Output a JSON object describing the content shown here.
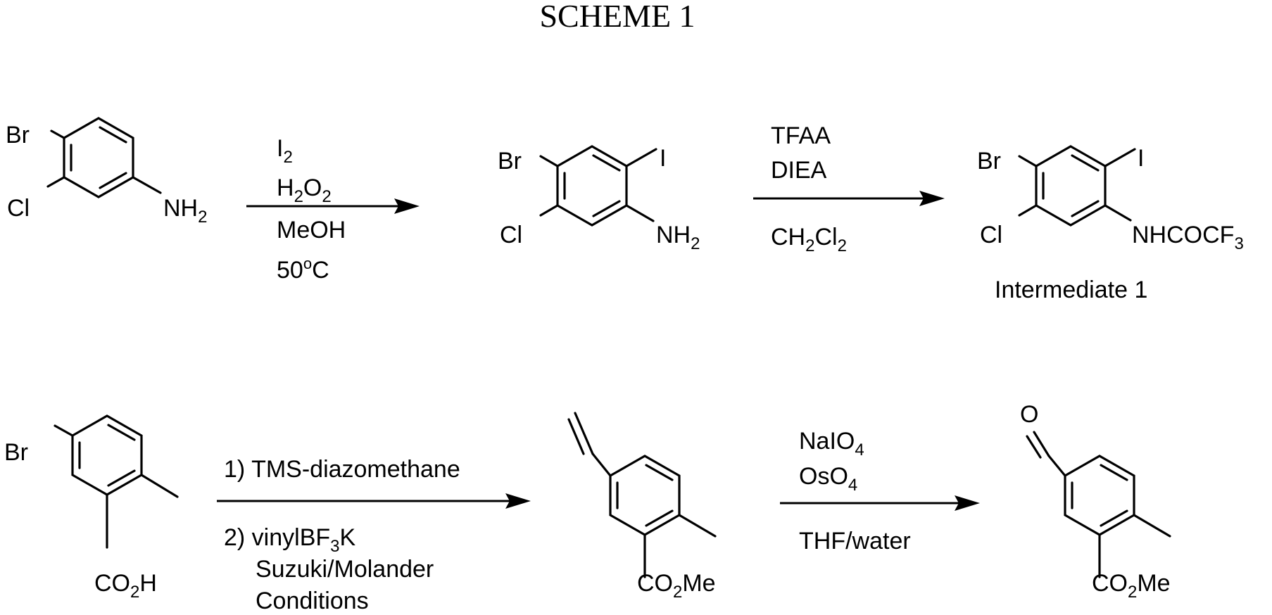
{
  "title": "SCHEME 1",
  "row1": {
    "sm": {
      "br": "Br",
      "cl": "Cl",
      "nh": "NH",
      "nh_sub": "2"
    },
    "reagents1": {
      "i": "I",
      "i_sub": "2",
      "h": "H",
      "h_sub": "2",
      "o": "O",
      "o_sub": "2",
      "solvent": "MeOH",
      "temp_num": "50",
      "temp_deg": "o",
      "temp_unit": "C"
    },
    "prod1": {
      "br": "Br",
      "cl": "Cl",
      "i": "I",
      "nh": "NH",
      "nh_sub": "2"
    },
    "reagents2": {
      "line1": "TFAA",
      "line2": "DIEA",
      "ch": "CH",
      "ch_sub": "2",
      "cl": "Cl",
      "cl_sub": "2"
    },
    "prod2": {
      "br": "Br",
      "cl": "Cl",
      "i": "I",
      "nh": "NHCOCF",
      "nh_sub": "3",
      "label": "Intermediate 1"
    }
  },
  "row2": {
    "sm": {
      "br": "Br",
      "co": "CO",
      "co_sub": "2",
      "co_end": "H"
    },
    "reagents1": {
      "step1": "1) TMS-diazomethane",
      "step2_pre": "2) vinylBF",
      "step2_sub": "3",
      "step2_post": "K",
      "line3": "Suzuki/Molander",
      "line4": "Conditions"
    },
    "prod1": {
      "co": "CO",
      "co_sub": "2",
      "co_end": "Me"
    },
    "reagents2": {
      "na": "NaIO",
      "na_sub": "4",
      "os": "OsO",
      "os_sub": "4",
      "solvent": "THF/water"
    },
    "prod2": {
      "o": "O",
      "co": "CO",
      "co_sub": "2",
      "co_end": "Me"
    }
  }
}
